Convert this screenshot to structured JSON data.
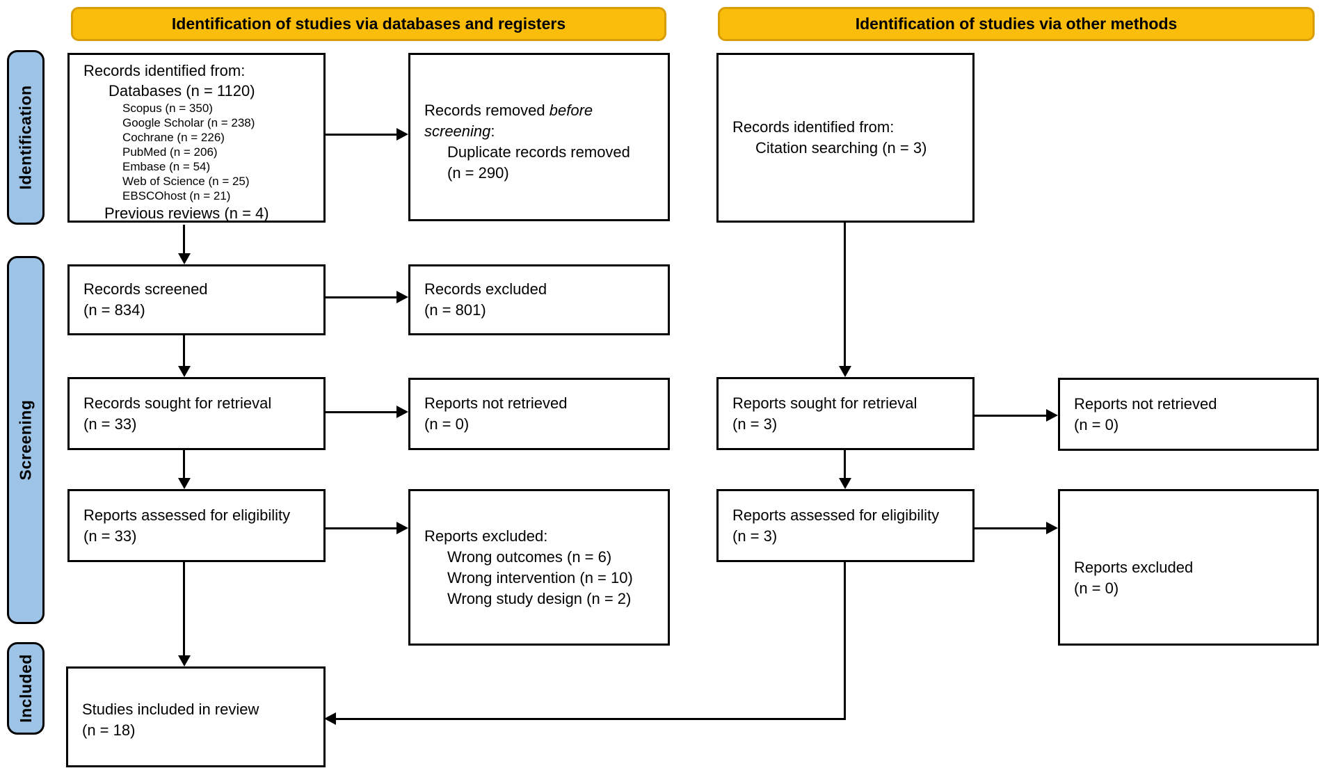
{
  "banners": {
    "left": "Identification of studies via databases and registers",
    "right": "Identification of studies via other methods"
  },
  "stages": {
    "identification": "Identification",
    "screening": "Screening",
    "included": "Included"
  },
  "boxes": {
    "records_identified_db": {
      "line1": "Records identified from:",
      "databases": "Databases (n = 1120)",
      "sources": [
        "Scopus (n = 350)",
        "Google Scholar (n = 238)",
        "Cochrane (n = 226)",
        "PubMed (n = 206)",
        "Embase (n = 54)",
        "Web of Science (n = 25)",
        "EBSCOhost (n = 21)"
      ],
      "previous_reviews": "Previous reviews (n = 4)"
    },
    "records_removed": {
      "l1_normal": "Records removed ",
      "l1_italic": "before",
      "l2_italic": "screening",
      "l2_suffix": ":",
      "detail": "Duplicate records removed",
      "detail_n": "(n = 290)"
    },
    "citation_identified": {
      "line1": "Records identified from:",
      "line2": "Citation searching (n = 3)"
    },
    "records_screened": {
      "title": "Records screened",
      "n": "(n = 834)"
    },
    "records_excluded": {
      "title": "Records excluded",
      "n": "(n = 801)"
    },
    "records_sought": {
      "title": "Records sought for retrieval",
      "n": "(n = 33)"
    },
    "reports_not_retrieved_left": {
      "title": "Reports not retrieved",
      "n": "(n = 0)"
    },
    "reports_assessed_left": {
      "title": "Reports assessed for eligibility",
      "n": "(n = 33)"
    },
    "reports_excluded_left": {
      "title": "Reports excluded:",
      "reasons": [
        "Wrong outcomes (n = 6)",
        "Wrong intervention (n = 10)",
        "Wrong study design (n = 2)"
      ]
    },
    "reports_sought_right": {
      "title": "Reports sought for retrieval",
      "n": "(n = 3)"
    },
    "reports_not_retrieved_right": {
      "title": "Reports not retrieved",
      "n": "(n = 0)"
    },
    "reports_assessed_right": {
      "title": "Reports assessed for eligibility",
      "n": "(n = 3)"
    },
    "reports_excluded_right": {
      "title": "Reports excluded",
      "n": "(n = 0)"
    },
    "studies_included": {
      "title": "Studies included in review",
      "n": "(n = 18)"
    }
  },
  "colors": {
    "banner_fill": "#FBBD0B",
    "banner_border": "#D99E05",
    "stage_fill": "#9DC3E6",
    "line_color": "#000000",
    "box_bg": "#FFFFFF",
    "page_bg": "#FFFFFF"
  }
}
